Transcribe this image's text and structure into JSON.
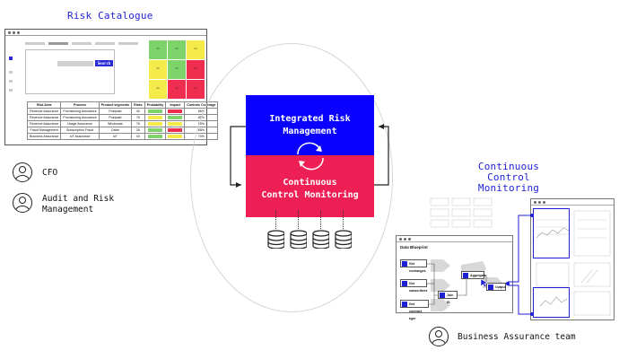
{
  "risk_catalogue": {
    "title": "Risk Catalogue",
    "search_label": "Search",
    "heatmap": [
      {
        "color": "#7ed36b",
        "label": "xx"
      },
      {
        "color": "#7ed36b",
        "label": "xx"
      },
      {
        "color": "#f4ea4a",
        "label": "xx"
      },
      {
        "color": "#f4ea4a",
        "label": "xx"
      },
      {
        "color": "#7ed36b",
        "label": "xx"
      },
      {
        "color": "#ee2d4f",
        "label": "xx"
      },
      {
        "color": "#f4ea4a",
        "label": "xx"
      },
      {
        "color": "#ee2d4f",
        "label": "xx"
      },
      {
        "color": "#ee2d4f",
        "label": "xx"
      }
    ],
    "table": {
      "headers": [
        "Risk Area",
        "Process",
        "Product segments",
        "Risks",
        "Probability",
        "Impact",
        "Controls Coverage"
      ],
      "rows": [
        {
          "area": "Revenue Assurance",
          "process": "Provisioning Assurance",
          "segment": "Postpaid",
          "risks": "42",
          "prob": "#7ed36b",
          "impact": "#ee2d4f",
          "coverage": "86%"
        },
        {
          "area": "Revenue Assurance",
          "process": "Provisioning Assurance",
          "segment": "Postpaid",
          "risks": "76",
          "prob": "#f4ea4a",
          "impact": "#7ed36b",
          "coverage": "85%"
        },
        {
          "area": "Revenue Assurance",
          "process": "Usage Assurance",
          "segment": "Wholesale",
          "risks": "76",
          "prob": "#f4ea4a",
          "impact": "#f4ea4a",
          "coverage": "85%"
        },
        {
          "area": "Fraud Management",
          "process": "Subscription Fraud",
          "segment": "Cable",
          "risks": "26",
          "prob": "#7ed36b",
          "impact": "#ee2d4f",
          "coverage": "65%"
        },
        {
          "area": "Business Assurance",
          "process": "IoT Assurance",
          "segment": "IoT",
          "risks": "43",
          "prob": "#7ed36b",
          "impact": "#f4ea4a",
          "coverage": "70%"
        }
      ]
    }
  },
  "people": {
    "cfo": "CFO",
    "audit_line1": "Audit and Risk",
    "audit_line2": "Management",
    "business_team": "Business Assurance team"
  },
  "center": {
    "top_line1": "Integrated Risk",
    "top_line2": "Management",
    "bottom_line1": "Continuous",
    "bottom_line2": "Control Monitoring",
    "top_color": "#0a00ff",
    "bottom_color": "#ee1f55"
  },
  "ccm": {
    "title_line1": "Continuous Control",
    "title_line2": "Monitoring"
  },
  "blueprint": {
    "title": "Data Blueprint",
    "nodes": [
      "Get exchanges",
      "Get subscribers",
      "Get contract type",
      "Join ID",
      "Aggregate",
      "Output"
    ]
  },
  "icons": {
    "person": "user-circle-icon",
    "database": "database-icon",
    "cycle": "refresh-cycle-icon"
  }
}
